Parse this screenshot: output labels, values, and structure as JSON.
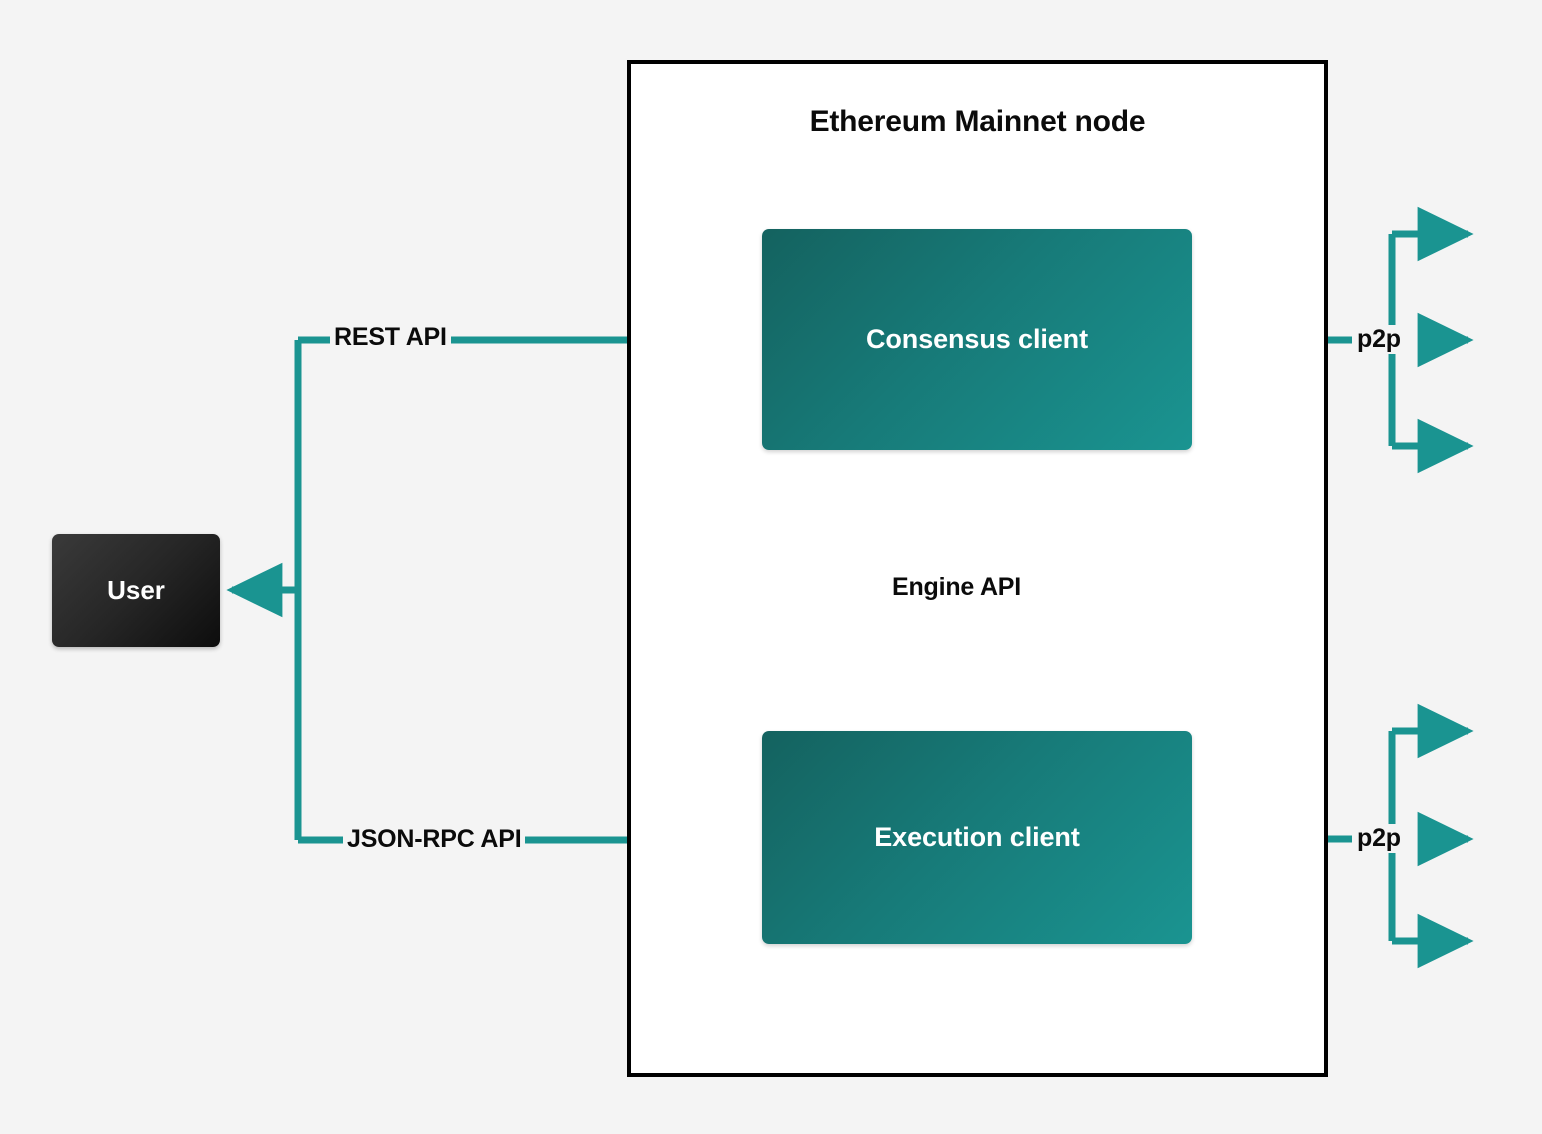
{
  "diagram": {
    "title": "Ethereum Mainnet node",
    "background_color": "#f4f4f4",
    "accent_color": "#1a9491",
    "container_border_color": "#000000",
    "container_fill_color": "#ffffff"
  },
  "nodes": {
    "user": {
      "label": "User",
      "fill_from": "#3a3a3a",
      "fill_to": "#0d0d0d",
      "text_color": "#ffffff"
    },
    "consensus_client": {
      "label": "Consensus client",
      "fill_from": "#14625f",
      "fill_to": "#1a9491",
      "text_color": "#ffffff"
    },
    "execution_client": {
      "label": "Execution client",
      "fill_from": "#14625f",
      "fill_to": "#1a9491",
      "text_color": "#ffffff"
    }
  },
  "edges": {
    "rest_api": {
      "label": "REST API",
      "from": "User",
      "to": "Consensus client",
      "style": "solid"
    },
    "json_rpc_api": {
      "label": "JSON-RPC API",
      "from": "User",
      "to": "Execution client",
      "style": "solid"
    },
    "engine_api": {
      "label": "Engine API",
      "from": "Consensus client",
      "to": "Execution client",
      "style": "solid-down-and-dashed-up"
    },
    "p2p_consensus": {
      "label": "p2p",
      "node": "Consensus client",
      "style": "solid",
      "branches": 3
    },
    "p2p_execution": {
      "label": "p2p",
      "node": "Execution client",
      "style": "solid",
      "branches": 3
    }
  }
}
